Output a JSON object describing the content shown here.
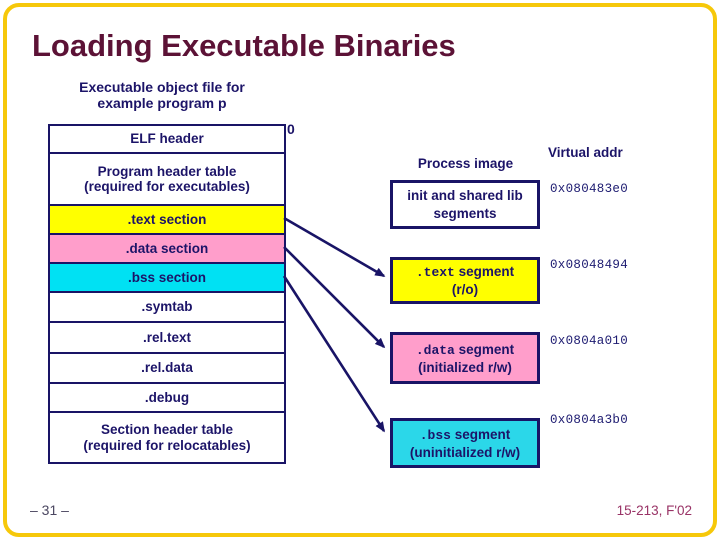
{
  "slide": {
    "title": "Loading Executable Binaries",
    "page_number": "– 31 –",
    "course_footer": "15-213, F'02"
  },
  "object_file": {
    "caption_line1": "Executable object file for",
    "caption_line2": "example program p",
    "offset_label": "0",
    "rows": [
      {
        "line1": "ELF header"
      },
      {
        "line1": "Program header table",
        "line2": "(required for executables)"
      },
      {
        "line1": ".text section"
      },
      {
        "line1": ".data section"
      },
      {
        "line1": ".bss section"
      },
      {
        "line1": ".symtab"
      },
      {
        "line1": ".rel.text"
      },
      {
        "line1": ".rel.data"
      },
      {
        "line1": ".debug"
      },
      {
        "line1": "Section header table",
        "line2": "(required for relocatables)"
      }
    ]
  },
  "process_image": {
    "heading": "Process image",
    "vaddr_heading": "Virtual addr",
    "boxes": [
      {
        "line1_mono": "",
        "line1_text": "init and shared lib",
        "line2": "segments",
        "addr": "0x080483e0"
      },
      {
        "line1_mono": ".text",
        "line1_text": " segment",
        "line2": "(r/o)",
        "addr": "0x08048494"
      },
      {
        "line1_mono": ".data",
        "line1_text": " segment",
        "line2": "(initialized r/w)",
        "addr": "0x0804a010"
      },
      {
        "line1_mono": ".bss",
        "line1_text": " segment",
        "line2": "(uninitialized r/w)",
        "addr": "0x0804a3b0"
      }
    ]
  },
  "mappings": [
    {
      "from": ".text section",
      "to": ".text segment"
    },
    {
      "from": ".data section",
      "to": ".data segment"
    },
    {
      "from": ".bss section",
      "to": ".bss segment"
    }
  ],
  "colors": {
    "title_maroon": "#5c1236",
    "body_navy": "#1c1468",
    "border_navy": "#191466",
    "section_text_yellow": "#ffff00",
    "section_data_pink": "#ff9ecb",
    "section_bss_cyan": "#00e1f3",
    "segment_bss_cyan": "#2bd7e9",
    "slide_frame_gold": "#f6c80a",
    "footer_plum": "#993366",
    "page_number_gray": "#4a4660"
  }
}
